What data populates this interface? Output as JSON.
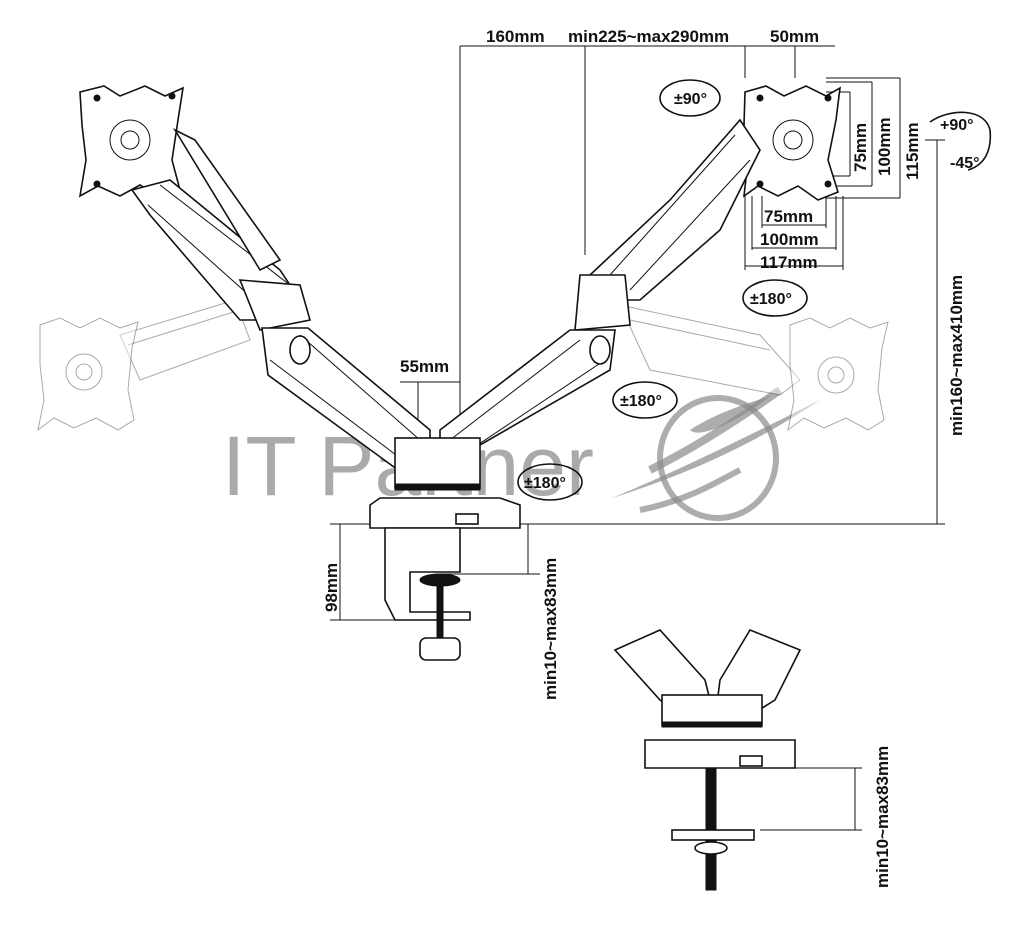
{
  "dimensions": {
    "arm_offset": "160mm",
    "arm_reach": "min225~max290mm",
    "vesa_offset": "50mm",
    "vesa_h_75": "75mm",
    "vesa_h_100": "100mm",
    "vesa_h_115": "115mm",
    "vesa_w_75": "75mm",
    "vesa_w_100": "100mm",
    "vesa_w_117": "117mm",
    "height_range": "min160~max410mm",
    "pole_gap": "55mm",
    "clamp_height": "98mm",
    "desk_thickness_clamp": "min10~max83mm",
    "desk_thickness_grommet": "min10~max83mm"
  },
  "rotations": {
    "rotate_top": "±90°",
    "tilt_up": "+90°",
    "tilt_down": "-45°",
    "swivel_right_head": "±180°",
    "swivel_right_arm": "±180°",
    "swivel_base": "±180°"
  },
  "watermark": {
    "text": "IT Partner"
  },
  "colors": {
    "line": "#111111",
    "watermark": "#8a8a8a"
  }
}
